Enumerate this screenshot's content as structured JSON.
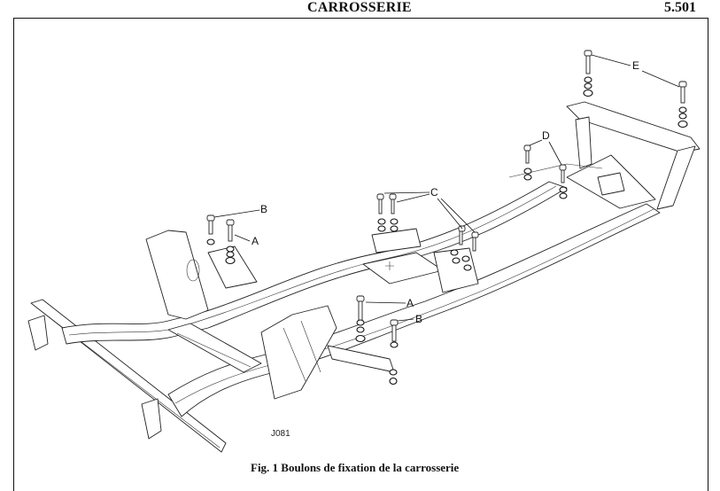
{
  "header": {
    "section_title": "CARROSSERIE",
    "page_number": "5.501"
  },
  "figure": {
    "caption": "Fig. 1 Boulons de fixation de la carrosserie",
    "reference_code": "J081",
    "subject": "chassis frame with body mounting bolts",
    "callouts": [
      {
        "id": "callout-b-front",
        "label": "B"
      },
      {
        "id": "callout-a-front",
        "label": "A"
      },
      {
        "id": "callout-c",
        "label": "C"
      },
      {
        "id": "callout-a-rear",
        "label": "A"
      },
      {
        "id": "callout-b-rear",
        "label": "B"
      },
      {
        "id": "callout-d",
        "label": "D"
      },
      {
        "id": "callout-e",
        "label": "E"
      }
    ]
  }
}
